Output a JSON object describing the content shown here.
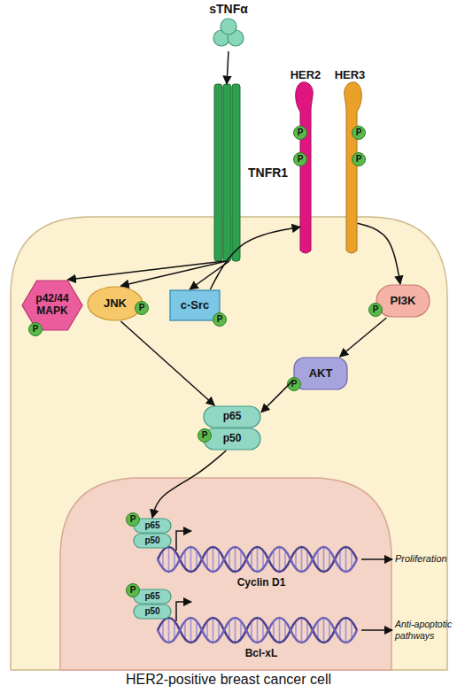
{
  "diagram": {
    "caption": "HER2-positive breast cancer cell",
    "nodes": [
      {
        "text": [
          "sTNFα"
        ]
      },
      {
        "text": [
          "TNFR1"
        ]
      },
      {
        "text": [
          "HER2"
        ]
      },
      {
        "text": [
          "HER3"
        ]
      },
      {
        "text": [
          "p42/44 MAPK"
        ]
      },
      {
        "text": [
          "JNK"
        ]
      },
      {
        "text": [
          "c-Src"
        ]
      },
      {
        "text": [
          "PI3K"
        ]
      },
      {
        "text": [
          "AKT"
        ]
      },
      {
        "text": [
          "p65"
        ]
      },
      {
        "text": [
          "p50"
        ]
      },
      {
        "text": [
          "p65"
        ]
      },
      {
        "text": [
          "p50"
        ]
      },
      {
        "text": [
          "p65"
        ]
      },
      {
        "text": [
          "p50"
        ]
      }
    ],
    "edges": [
      {
        "from": 0,
        "to": 1,
        "arrow": "to"
      },
      {
        "from": 1,
        "to": 4,
        "arrow": "to"
      },
      {
        "from": 1,
        "to": 5,
        "arrow": "to"
      },
      {
        "from": 1,
        "to": 6,
        "arrow": "to"
      },
      {
        "from": 6,
        "to": 2,
        "arrow": "to"
      },
      {
        "from": 3,
        "to": 7,
        "arrow": "to"
      },
      {
        "from": 7,
        "to": 8,
        "arrow": "to"
      },
      {
        "from": 5,
        "to": 9,
        "arrow": "to"
      },
      {
        "from": 8,
        "to": 9,
        "arrow": "to"
      },
      {
        "from": 10,
        "to": 11,
        "arrow": "to"
      }
    ],
    "labels": [
      "P",
      "P",
      "P",
      "P",
      "P",
      "P",
      "P",
      "P",
      "P",
      "P",
      "P",
      "P",
      "Cyclin D1",
      "Bcl-xL",
      "Proliferation",
      "Anti-apoptotic pathways"
    ]
  }
}
